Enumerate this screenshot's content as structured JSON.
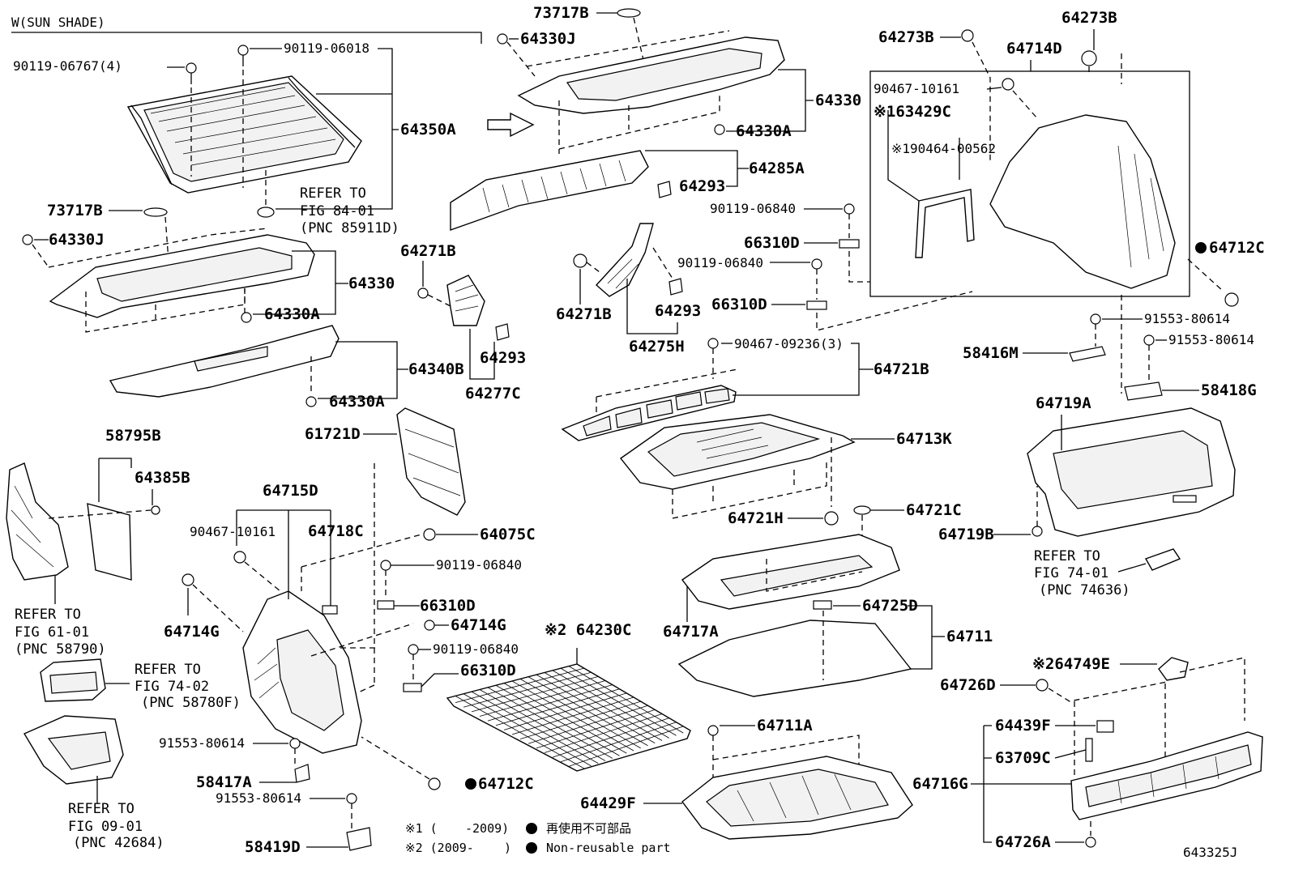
{
  "section": {
    "title": "W(SUN SHADE)"
  },
  "labels": {
    "p1": "90119-06767(4)",
    "p2": "90119-06018",
    "p3": "64350A",
    "p4": "REFER TO",
    "p5": "FIG 84-01",
    "p6": "(PNC 85911D)",
    "p7": "73717B",
    "p8": "64330J",
    "p9": "64330",
    "p10": "64330A",
    "p11": "64340B",
    "p12": "64330A",
    "p13": "58795B",
    "p14": "64385B",
    "p15": "REFER TO",
    "p16": "FIG 61-01",
    "p17": "(PNC 58790)",
    "p18": "REFER TO",
    "p19": "FIG 74-02",
    "p20": "(PNC 58780F)",
    "p21": "REFER TO",
    "p22": "FIG 09-01",
    "p23": "(PNC 42684)",
    "p24": "73717B",
    "p25": "64330J",
    "p26": "64330",
    "p27": "64330A",
    "p28": "64285A",
    "p29": "64293",
    "p30": "64271B",
    "p31": "64293",
    "p32": "64277C",
    "p33": "64271B",
    "p34": "64293",
    "p35": "64275H",
    "p36": "90119-06840",
    "p37": "61721D",
    "p38": "64715D",
    "p39": "90467-10161",
    "p40": "64718C",
    "p41": "64714G",
    "p42": "64075C",
    "p43": "90119-06840",
    "p44": "66310D",
    "p45": "64714G",
    "p46": "90119-06840",
    "p47": "66310D",
    "p48": "91553-80614",
    "p49": "58417A",
    "p50": "91553-80614",
    "p51": "58419D",
    "p52": "64712C",
    "p53": "※2 64230C",
    "p54": "64273B",
    "p55": "64273B",
    "p56": "64714D",
    "p57": "90467-10161",
    "p58": "※163429C",
    "p59": "※190464-00562",
    "p60": "90119-06840",
    "p61": "66310D",
    "p62": "66310D",
    "p63": "64712C",
    "p64": "91553-80614",
    "p65": "91553-80614",
    "p66": "58416M",
    "p67": "58418G",
    "p68": "90467-09236(3)",
    "p69": "64721B",
    "p70": "64713K",
    "p71": "64719A",
    "p72": "64721H",
    "p73": "64721C",
    "p74": "64719B",
    "p75": "REFER TO",
    "p76": "FIG 74-01",
    "p77": "(PNC 74636)",
    "p78": "64717A",
    "p79": "64725D",
    "p80": "64711",
    "p81": "※264749E",
    "p82": "64726D",
    "p83": "64711A",
    "p84": "64439F",
    "p85": "63709C",
    "p86": "64716G",
    "p87": "64429F",
    "p88": "64726A"
  },
  "legend": {
    "note1_mark": "※1 (",
    "note1_range": "-2009)",
    "note1_jp": "再使用不可部品",
    "note2_mark": "※2 (2009-",
    "note2_range": ")",
    "note2_en": "Non-reusable part"
  },
  "figure_id": "643325J"
}
